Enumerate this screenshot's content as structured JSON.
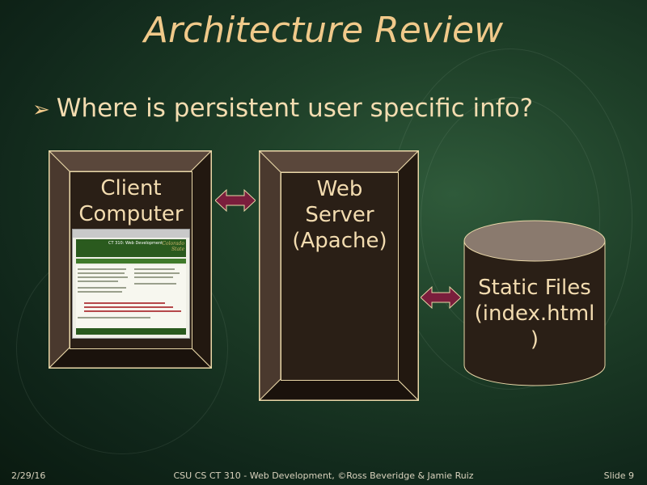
{
  "slide": {
    "title": "Architecture Review",
    "bullet": "Where is persistent user specific info?",
    "bullet_marker": "➢"
  },
  "diagram": {
    "client": {
      "line1": "Client",
      "line2": "Computer"
    },
    "server": {
      "line1": "Web",
      "line2": "Server",
      "line3": "(Apache)"
    },
    "storage": {
      "line1": "Static Files",
      "line2": "(index.html",
      "line3": ")"
    },
    "mini_site": {
      "title": "CT 310: Web Development",
      "logo": "Colorado State"
    },
    "colors": {
      "title": "#f0c98a",
      "text": "#f3dcb0",
      "box_fill": "#2a1f16",
      "box_border": "#e9d7a8",
      "arrow": "#7a1e3c"
    }
  },
  "footer": {
    "date": "2/29/16",
    "course": "CSU CS CT 310 - Web Development, ©Ross Beveridge & Jamie Ruiz",
    "slide_number": "Slide 9"
  }
}
